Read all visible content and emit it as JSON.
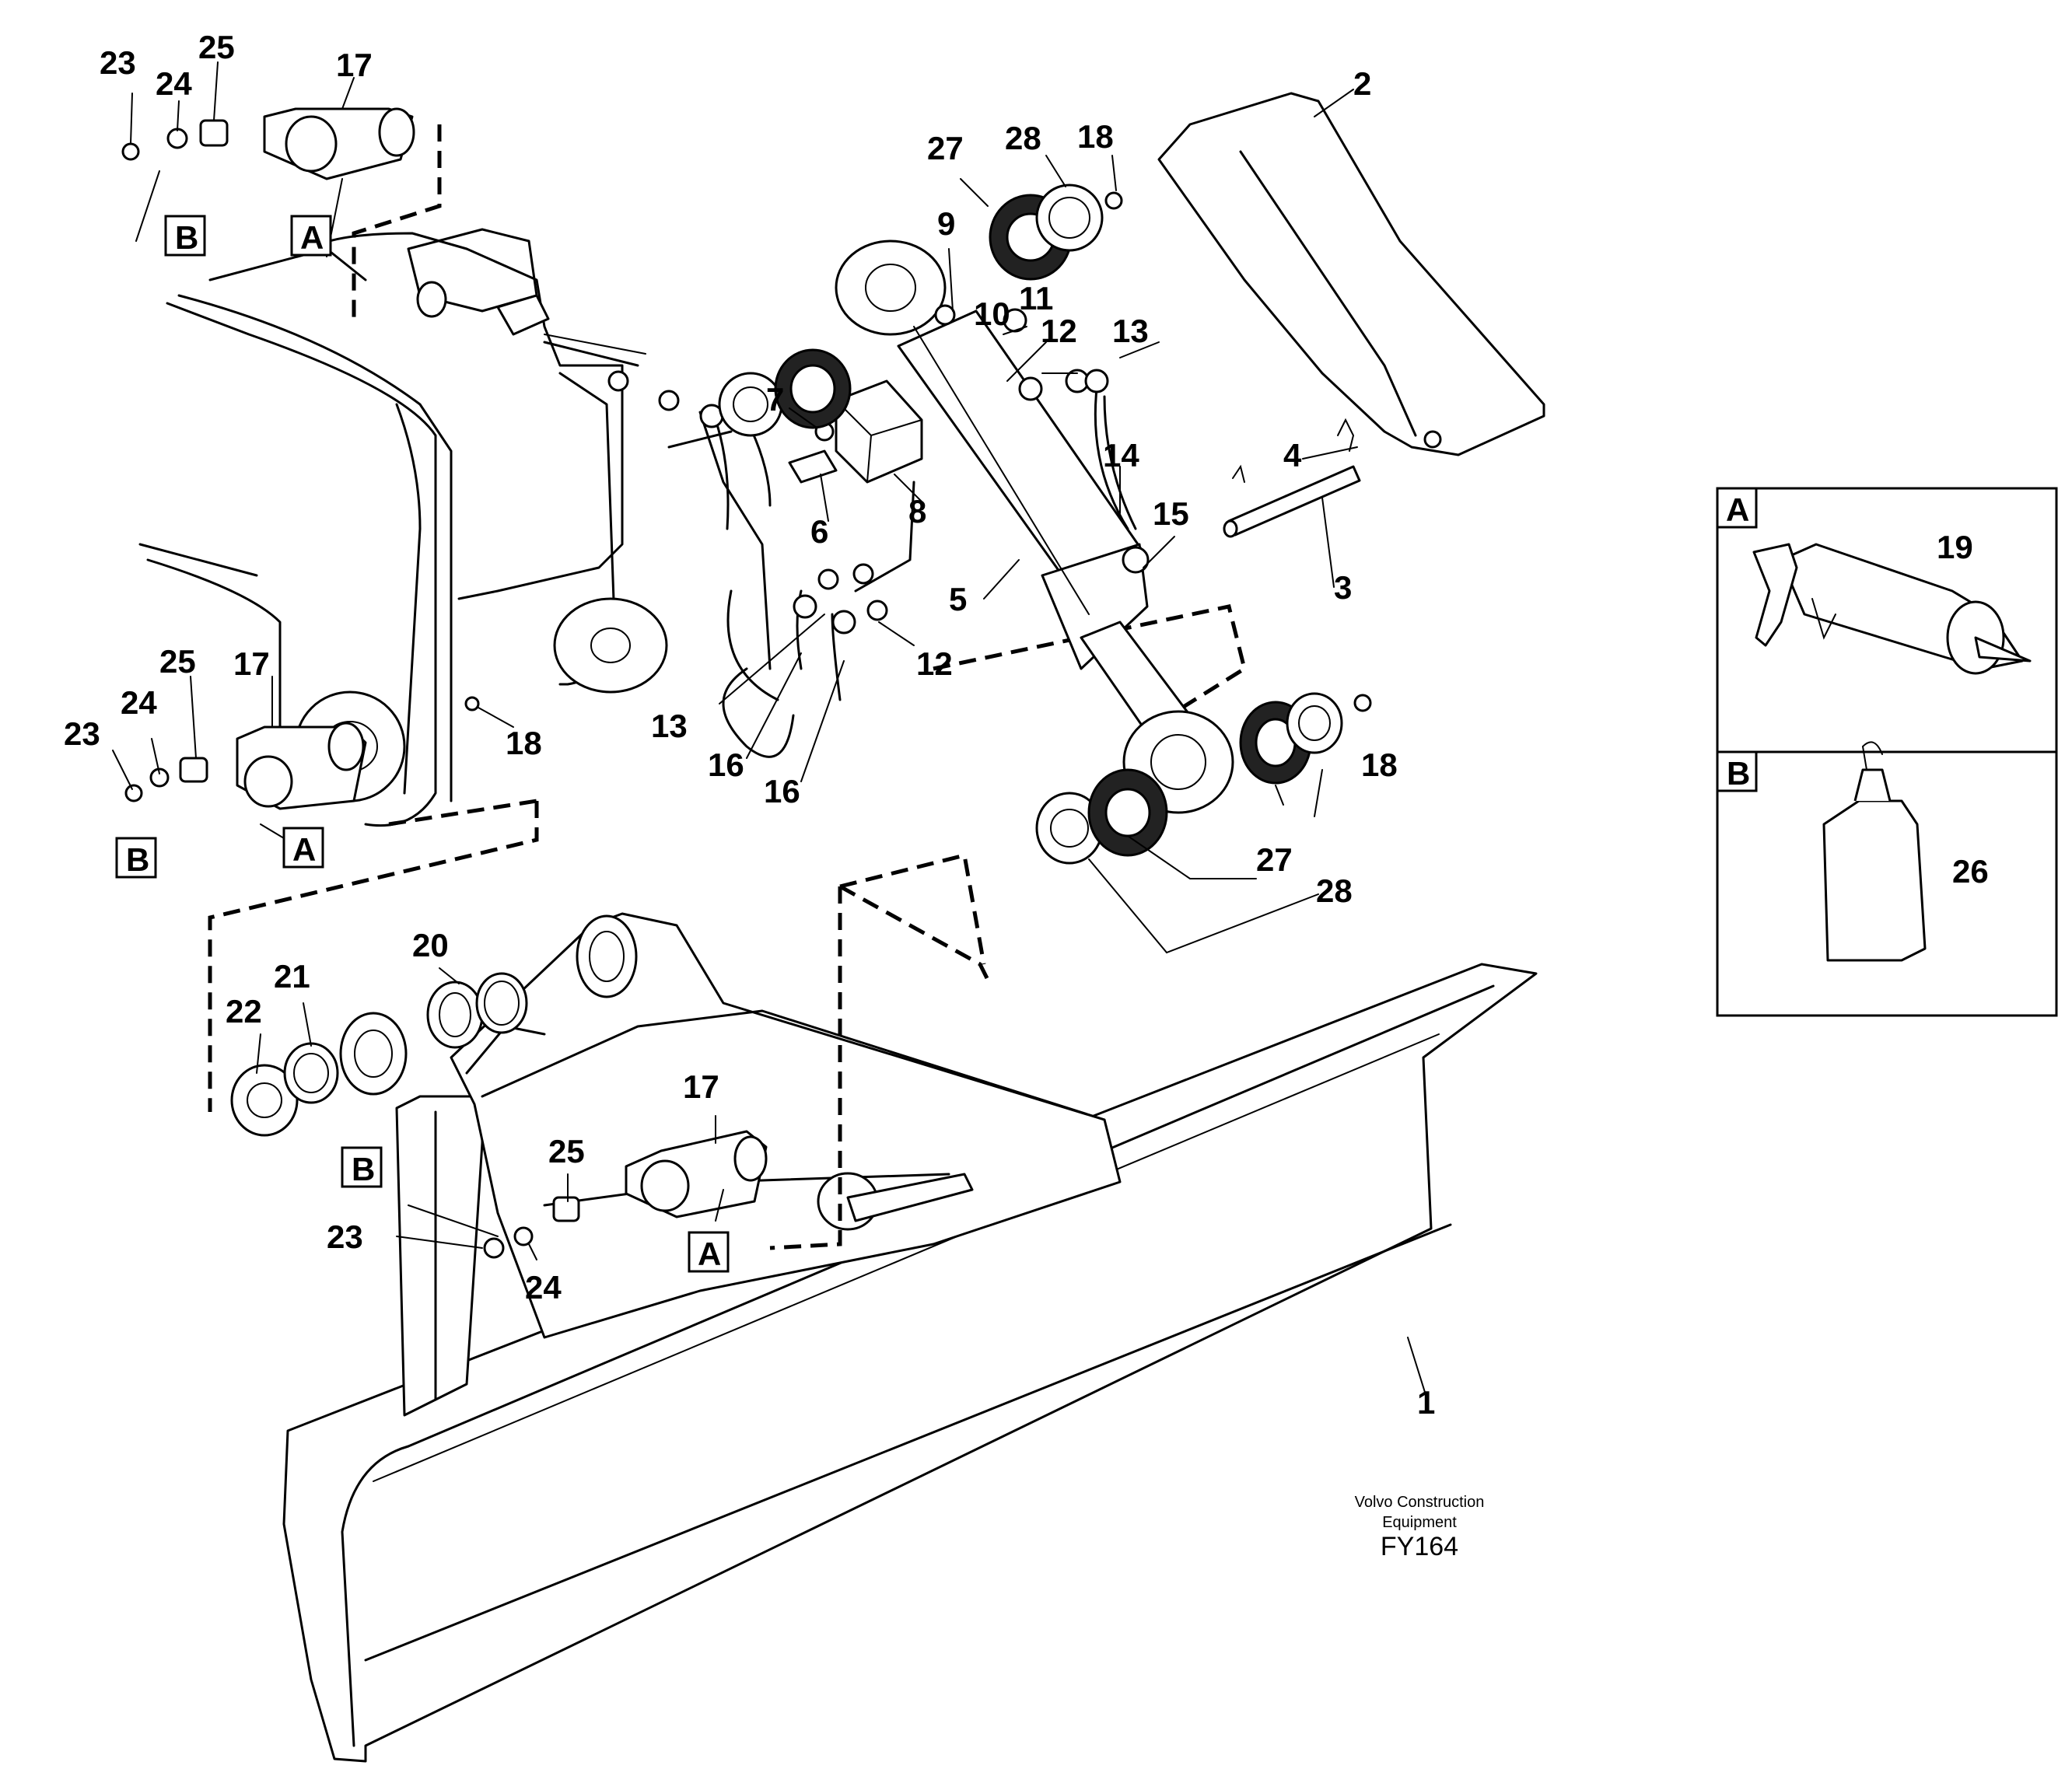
{
  "callouts": {
    "c1": "1",
    "c2": "2",
    "c3": "3",
    "c4": "4",
    "c5": "5",
    "c6": "6",
    "c7": "7",
    "c8": "8",
    "c9": "9",
    "c10": "10",
    "c11": "11",
    "c12a": "12",
    "c12b": "12",
    "c13a": "13",
    "c13b": "13",
    "c14": "14",
    "c15": "15",
    "c16a": "16",
    "c16b": "16",
    "c17a": "17",
    "c17b": "17",
    "c17c": "17",
    "c18a": "18",
    "c18b": "18",
    "c18c": "18",
    "c19": "19",
    "c20": "20",
    "c21": "21",
    "c22": "22",
    "c23a": "23",
    "c23b": "23",
    "c23c": "23",
    "c24a": "24",
    "c24b": "24",
    "c24c": "24",
    "c25a": "25",
    "c25b": "25",
    "c25c": "25",
    "c26": "26",
    "c27a": "27",
    "c27b": "27",
    "c28a": "28",
    "c28b": "28"
  },
  "ref_boxes": {
    "a1": "A",
    "b1": "B",
    "a2": "A",
    "b2": "B",
    "a3": "A",
    "b3": "B"
  },
  "legend": {
    "panel_a_label": "A",
    "panel_b_label": "B"
  },
  "footer": {
    "company_line1": "Volvo Construction",
    "company_line2": "Equipment",
    "figure_code": "FY164"
  }
}
